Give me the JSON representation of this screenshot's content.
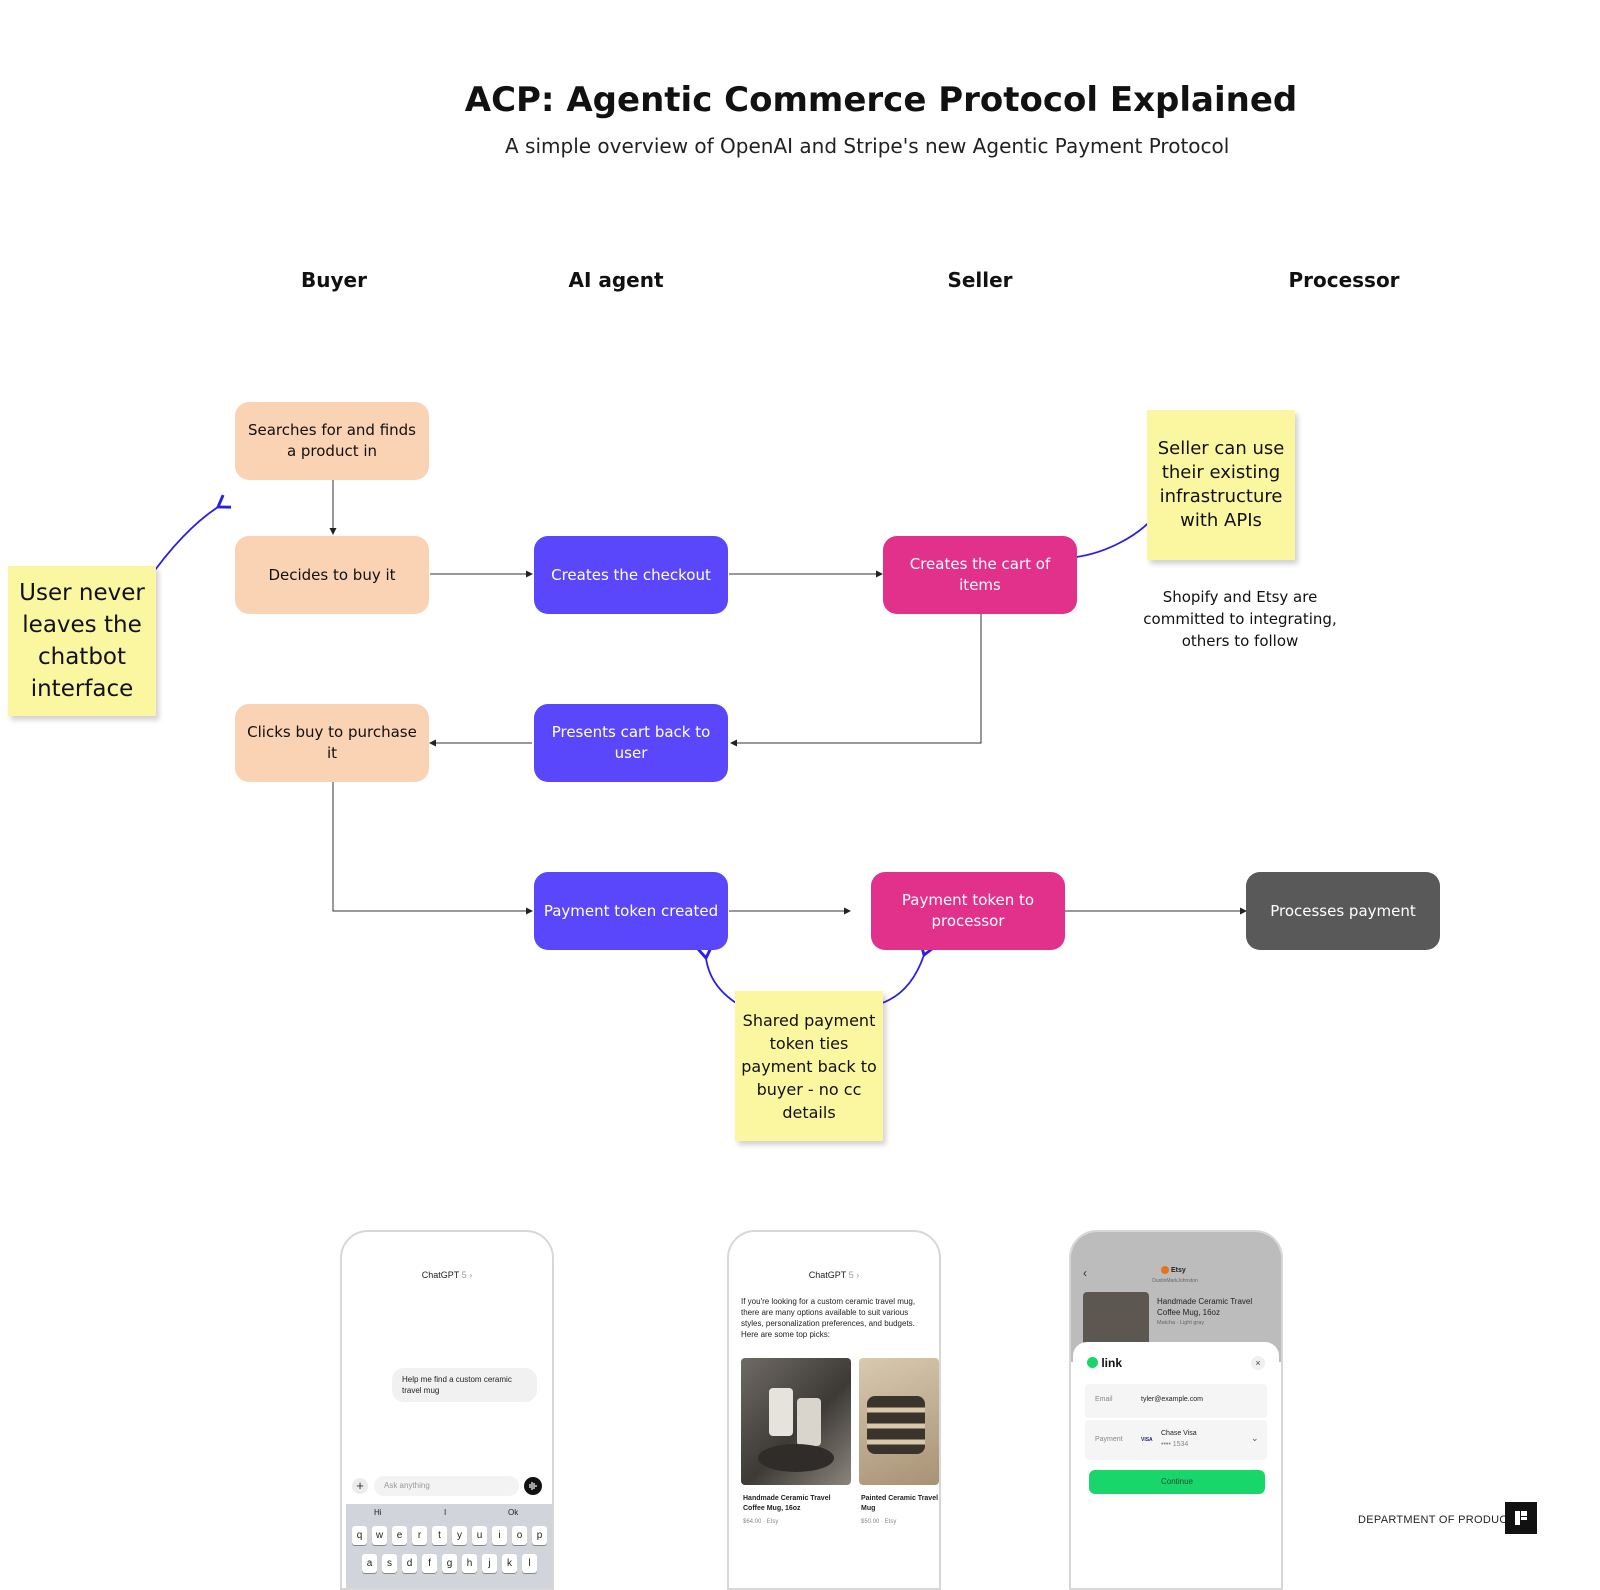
{
  "header": {
    "title": "ACP: Agentic Commerce Protocol Explained",
    "subtitle": "A simple overview of OpenAI and Stripe's new Agentic Payment Protocol"
  },
  "lanes": {
    "buyer": "Buyer",
    "agent": "AI agent",
    "seller": "Seller",
    "processor": "Processor"
  },
  "nodes": {
    "search": "Searches for and finds a product in",
    "decide": "Decides to buy it",
    "checkout": "Creates the checkout",
    "cart": "Creates the cart of items",
    "present": "Presents cart back to user",
    "clicks": "Clicks buy to purchase it",
    "token_created": "Payment token created",
    "token_processor": "Payment token to processor",
    "processes": "Processes payment"
  },
  "notes": {
    "chatbot": "User never leaves the chatbot interface",
    "seller_infra": "Seller can use their existing infrastructure with APIs",
    "shopify": "Shopify and Etsy are committed to integrating, others to follow",
    "shared_token": "Shared payment token ties payment back to buyer - no cc details"
  },
  "colors": {
    "buyer": "#f9d3b3",
    "agent": "#5b47fb",
    "seller": "#e2318a",
    "processor": "#595959",
    "sticky": "#fbf6a0",
    "annotation_arrow": "#2a1ee8"
  },
  "phones": {
    "chat": {
      "app": "ChatGPT",
      "version": "5",
      "message": "Help me find a custom ceramic travel mug",
      "placeholder": "Ask anything",
      "suggestions": [
        "Hi",
        "I",
        "Ok"
      ],
      "row1": [
        "q",
        "w",
        "e",
        "r",
        "t",
        "y",
        "u",
        "i",
        "o",
        "p"
      ],
      "row2": [
        "a",
        "s",
        "d",
        "f",
        "g",
        "h",
        "j",
        "k",
        "l"
      ]
    },
    "results": {
      "app": "ChatGPT",
      "version": "5",
      "response": "If you're looking for a custom ceramic travel mug, there are many options available to suit various styles, personalization preferences, and budgets. Here are some top picks:",
      "products": [
        {
          "name": "Handmade Ceramic Travel Coffee Mug, 16oz",
          "price": "$64.00 · Etsy"
        },
        {
          "name": "Painted Ceramic Travel Mug",
          "price": "$50.00 · Etsy"
        }
      ]
    },
    "checkout": {
      "store": "Etsy",
      "seller": "DustinMarkJohnston",
      "product": "Handmade Ceramic Travel Coffee Mug, 16oz",
      "variant": "Matcha · Light gray",
      "link_label": "link",
      "email_label": "Email",
      "email": "tyler@example.com",
      "payment_label": "Payment",
      "card_brand": "VISA",
      "card": "Chase Visa",
      "card_last": "•••• 1534",
      "continue": "Continue"
    }
  },
  "brand": "DEPARTMENT OF PRODUCT"
}
